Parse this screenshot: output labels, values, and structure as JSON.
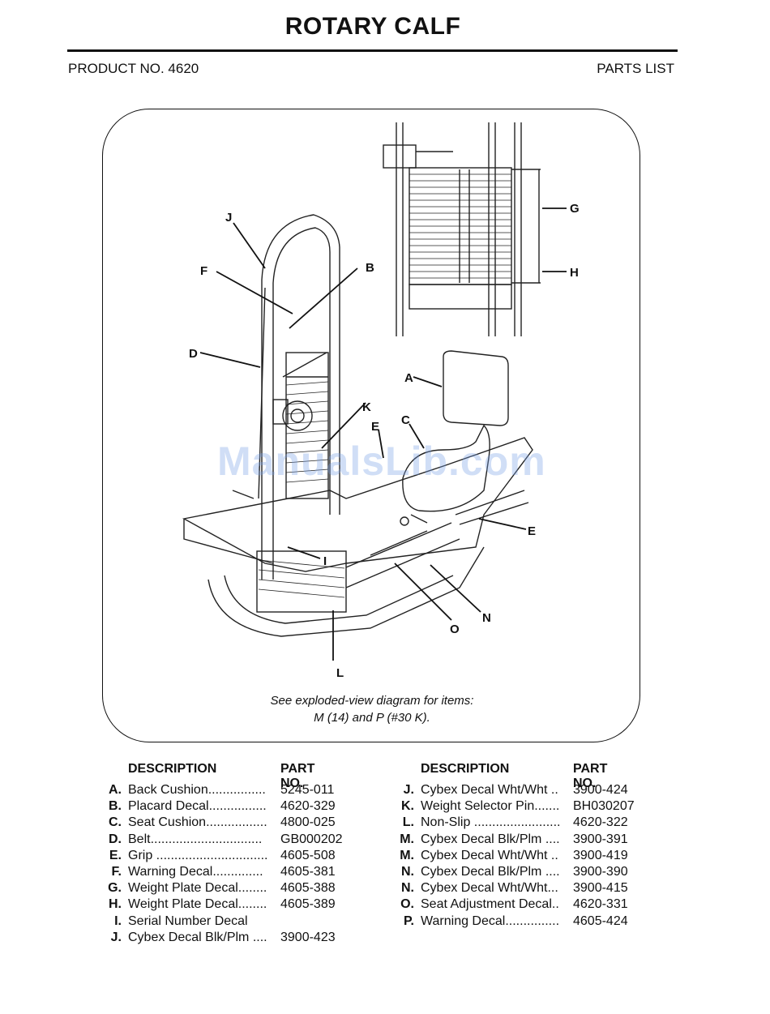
{
  "header": {
    "title": "ROTARY CALF",
    "product_no": "PRODUCT NO. 4620",
    "section": "PARTS LIST"
  },
  "diagram": {
    "note_line1": "See exploded-view diagram for items:",
    "note_line2": "M (14) and P (#30 K).",
    "callouts": [
      "A",
      "B",
      "C",
      "D",
      "E",
      "E",
      "F",
      "G",
      "H",
      "I",
      "J",
      "K",
      "L",
      "N",
      "O"
    ],
    "watermark": "ManualsLib.com"
  },
  "parts_list": {
    "header_description": "DESCRIPTION",
    "header_part_no": "PART NO.",
    "left": [
      {
        "letter": "A.",
        "description": "Back Cushion................",
        "part": "5245-011"
      },
      {
        "letter": "B.",
        "description": "Placard Decal................",
        "part": "4620-329"
      },
      {
        "letter": "C.",
        "description": "Seat Cushion.................",
        "part": "4800-025"
      },
      {
        "letter": "D.",
        "description": "Belt...............................",
        "part": "GB000202"
      },
      {
        "letter": "E.",
        "description": "Grip ...............................",
        "part": "4605-508"
      },
      {
        "letter": "F.",
        "description": "Warning Decal..............",
        "part": "4605-381"
      },
      {
        "letter": "G.",
        "description": "Weight Plate Decal........",
        "part": "4605-388"
      },
      {
        "letter": "H.",
        "description": "Weight Plate Decal........",
        "part": "4605-389"
      },
      {
        "letter": "I.",
        "description": "Serial Number Decal",
        "part": ""
      },
      {
        "letter": "J.",
        "description": "Cybex Decal Blk/Plm ....",
        "part": "3900-423"
      }
    ],
    "right": [
      {
        "letter": "J.",
        "description": "Cybex Decal Wht/Wht ..",
        "part": "3900-424"
      },
      {
        "letter": "K.",
        "description": "Weight Selector Pin.......",
        "part": "BH030207"
      },
      {
        "letter": "L.",
        "description": "Non-Slip ........................",
        "part": "4620-322"
      },
      {
        "letter": "M.",
        "description": "Cybex Decal Blk/Plm ....",
        "part": "3900-391"
      },
      {
        "letter": "M.",
        "description": "Cybex Decal Wht/Wht ..",
        "part": "3900-419"
      },
      {
        "letter": "N.",
        "description": "Cybex Decal Blk/Plm ....",
        "part": "3900-390"
      },
      {
        "letter": "N.",
        "description": "Cybex Decal Wht/Wht...",
        "part": "3900-415"
      },
      {
        "letter": "O.",
        "description": "Seat Adjustment Decal..",
        "part": "4620-331"
      },
      {
        "letter": "P.",
        "description": "Warning Decal...............",
        "part": "4605-424"
      }
    ]
  }
}
